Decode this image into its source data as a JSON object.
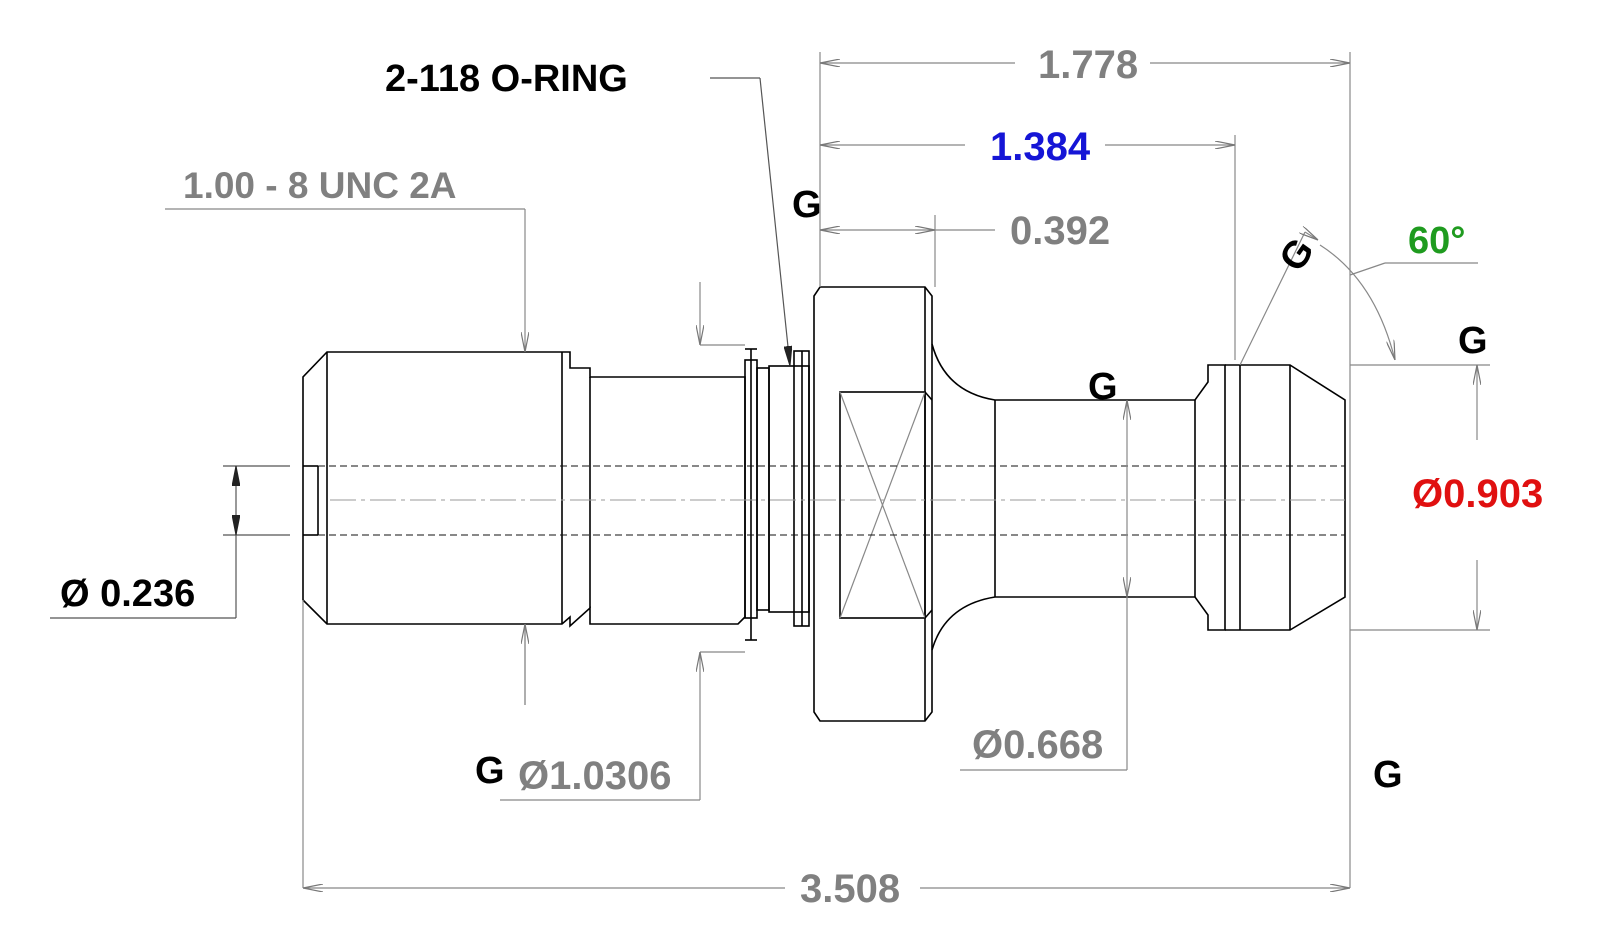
{
  "labels": {
    "oring": "2-118 O-RING",
    "thread": "1.00 - 8 UNC 2A",
    "angle": "60°",
    "g": "G"
  },
  "dimensions": {
    "overall_top": "1.778",
    "mid": "1.384",
    "flange": "0.392",
    "bore": "Ø 0.236",
    "collar": "Ø1.0306",
    "neck": "Ø0.668",
    "head": "Ø0.903",
    "overall_length": "3.508"
  },
  "colors": {
    "black": "#000000",
    "gray": "#808080",
    "blue": "#1515d6",
    "green": "#1f9b1f",
    "red": "#e01010"
  }
}
